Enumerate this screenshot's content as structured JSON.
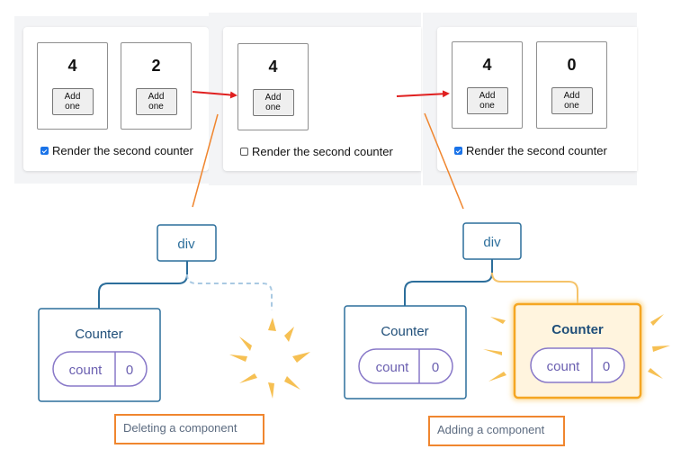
{
  "panels": [
    {
      "counters": [
        {
          "value": "4",
          "button_label": "Add\none"
        },
        {
          "value": "2",
          "button_label": "Add\none"
        }
      ],
      "checkbox_checked": true,
      "checkbox_label": "Render the second counter"
    },
    {
      "counters": [
        {
          "value": "4",
          "button_label": "Add\none"
        }
      ],
      "checkbox_checked": false,
      "checkbox_label": "Render the second counter"
    },
    {
      "counters": [
        {
          "value": "4",
          "button_label": "Add\none"
        },
        {
          "value": "0",
          "button_label": "Add\none"
        }
      ],
      "checkbox_checked": true,
      "checkbox_label": "Render the second counter"
    }
  ],
  "trees": [
    {
      "root_label": "div",
      "child": {
        "title": "Counter",
        "state_name": "count",
        "state_value": "0"
      },
      "caption": "Deleting a component"
    },
    {
      "root_label": "div",
      "child_existing": {
        "title": "Counter",
        "state_name": "count",
        "state_value": "0"
      },
      "child_new": {
        "title": "Counter",
        "state_name": "count",
        "state_value": "0"
      },
      "caption": "Adding a component"
    }
  ],
  "colors": {
    "tree_blue": "#2c6e9b",
    "pill_purple": "#8878c8",
    "highlight_orange": "#f5a623",
    "caption_orange": "#f0862f",
    "arrow_red": "#e02020",
    "dashed_blue": "#a9c9e2",
    "burst_yellow": "#f6c053"
  }
}
